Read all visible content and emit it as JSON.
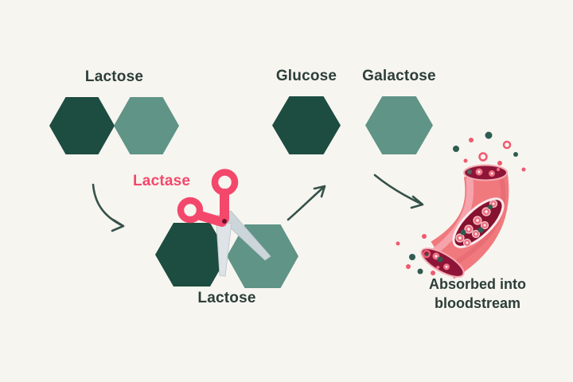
{
  "diagram": {
    "description": "Lactose digestion diagram: lactase enzyme splits lactose into glucose and galactose which are absorbed into the bloodstream",
    "background_color": "#f7f5f0",
    "colors": {
      "hexagon_dark": "#1d4c40",
      "hexagon_light": "#5f9486",
      "label_text": "#2d3e38",
      "enzyme_pink": "#f3486b",
      "arrow": "#35514a",
      "vessel_outer": "#f0797d",
      "vessel_highlight": "#f6a3ac",
      "vessel_lumen": "#8e1538",
      "blood_cell_pink": "#ee7183",
      "nutrient_dot_green": "#2e5c50"
    },
    "labels": {
      "lactose_top": "Lactose",
      "glucose": "Glucose",
      "galactose": "Galactose",
      "lactase": "Lactase",
      "lactose_middle": "Lactose",
      "absorption_line1": "Absorbed into",
      "absorption_line2": "bloodstream"
    },
    "icons": {
      "scissors": "scissors-icon",
      "arrow_down": "curved-arrow-down-icon",
      "arrow_up": "curved-arrow-up-icon",
      "arrow_right": "curved-arrow-right-icon",
      "blood_vessel": "blood-vessel-illustration"
    }
  }
}
